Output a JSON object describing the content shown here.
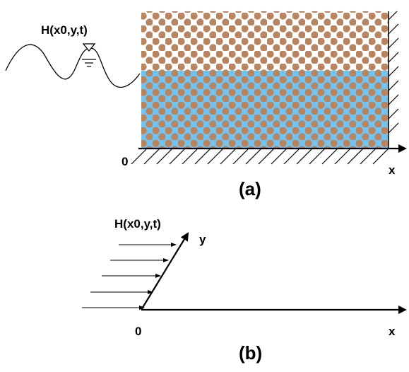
{
  "panel_a": {
    "head_label": "H(x0,y,t)",
    "origin_label": "0",
    "x_axis_label": "x",
    "caption": "(a)"
  },
  "panel_b": {
    "head_label": "H(x0,y,t)",
    "origin_label": "0",
    "x_axis_label": "x",
    "y_axis_label": "y",
    "caption": "(b)"
  },
  "colors": {
    "soil_particle": "#B98560",
    "water": "#72C3EF",
    "line": "#000000"
  }
}
